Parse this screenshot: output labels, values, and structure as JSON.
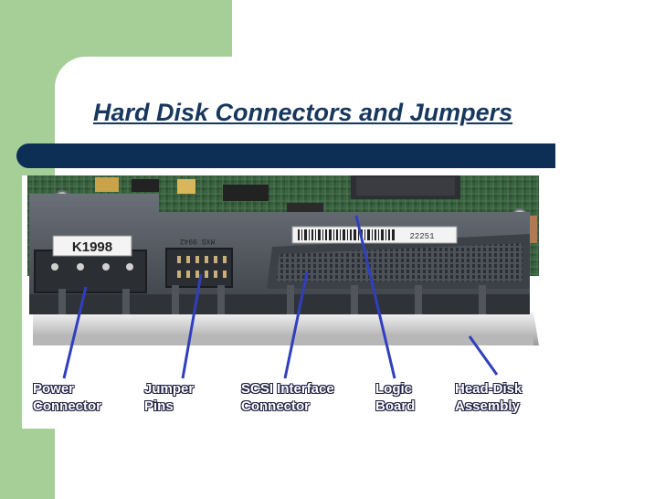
{
  "slide": {
    "title": "Hard Disk Connectors and Jumpers",
    "colors": {
      "green": "#a6cf98",
      "navy": "#0d2e55",
      "title": "#17375e"
    }
  },
  "photo": {
    "board_marking": "K1998",
    "jumper_marking": "MXS 9942",
    "barcode_text": "22251",
    "labels": {
      "power": [
        "Power",
        "Connector"
      ],
      "jumper": [
        "Jumper",
        "Pins"
      ],
      "scsi": [
        "SCSI Interface",
        "Connector"
      ],
      "logic": [
        "Logic",
        "Board"
      ],
      "hda": [
        "Head-Disk",
        "Assembly"
      ]
    }
  }
}
